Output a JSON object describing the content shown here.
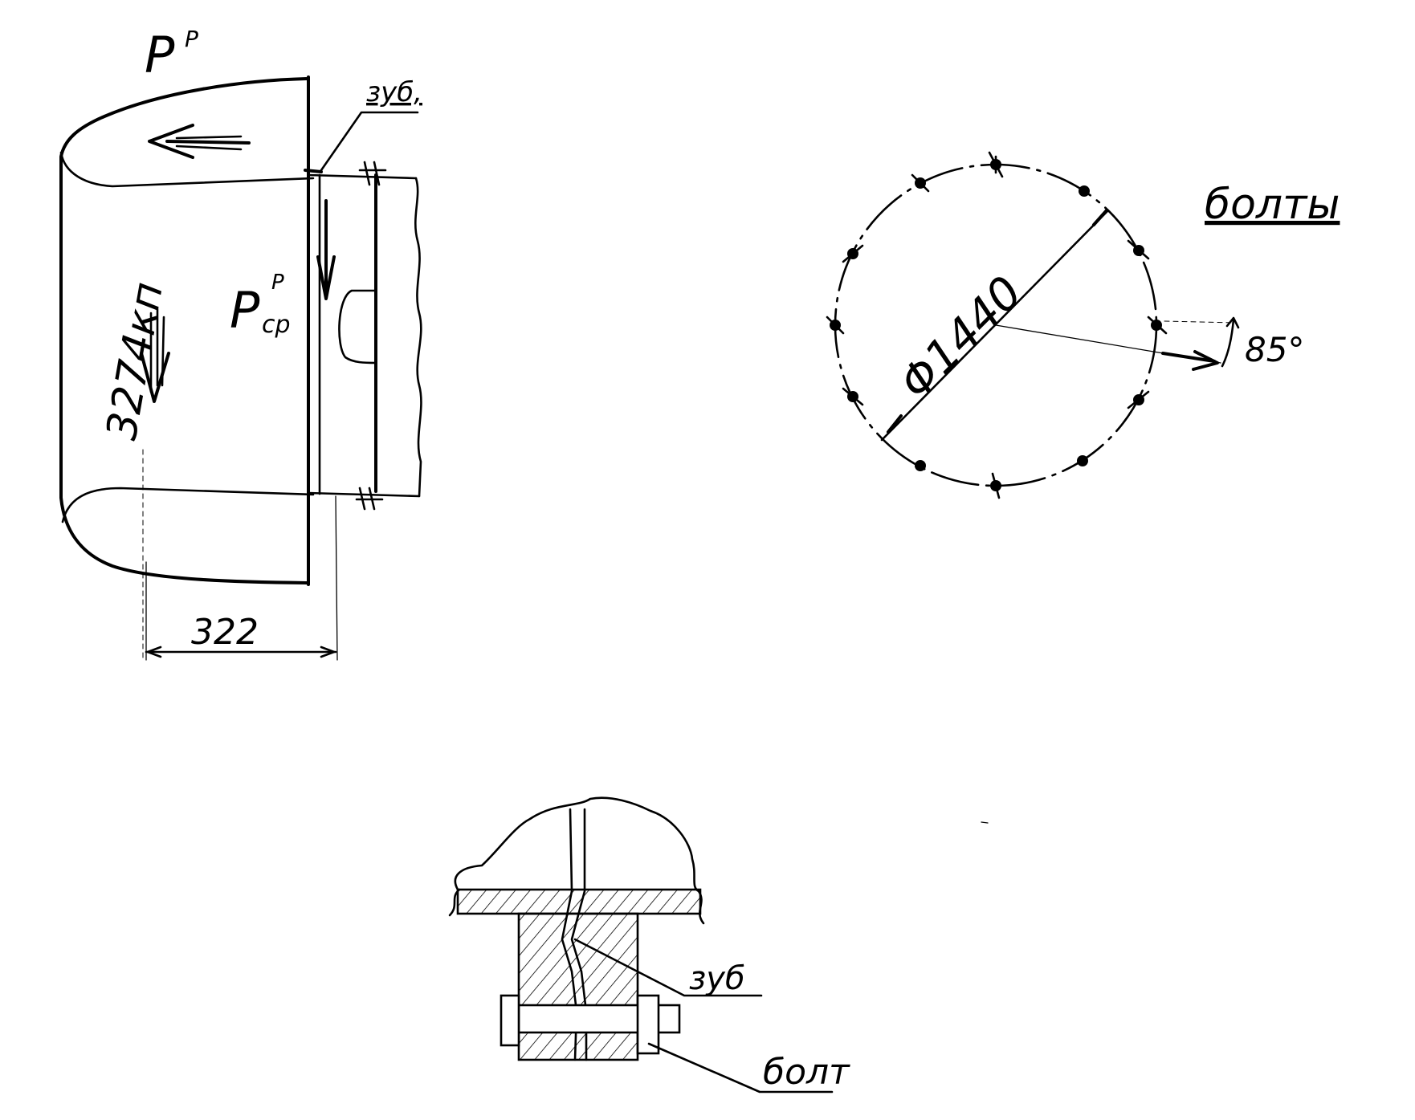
{
  "drawing": {
    "left_view": {
      "force_label": "P",
      "force_label_sup": "P",
      "mean_force_label": "P",
      "mean_force_sup": "P",
      "mean_force_sub": "ср",
      "tooth_label": "зуб,",
      "load_label": "3274кп",
      "dimension_label": "322"
    },
    "circle_view": {
      "diameter_label": "Φ1440",
      "angle_label": "85°",
      "bolts_label": "болты"
    },
    "section_view": {
      "tooth_label": "зуб",
      "bolt_label": "болт"
    }
  }
}
